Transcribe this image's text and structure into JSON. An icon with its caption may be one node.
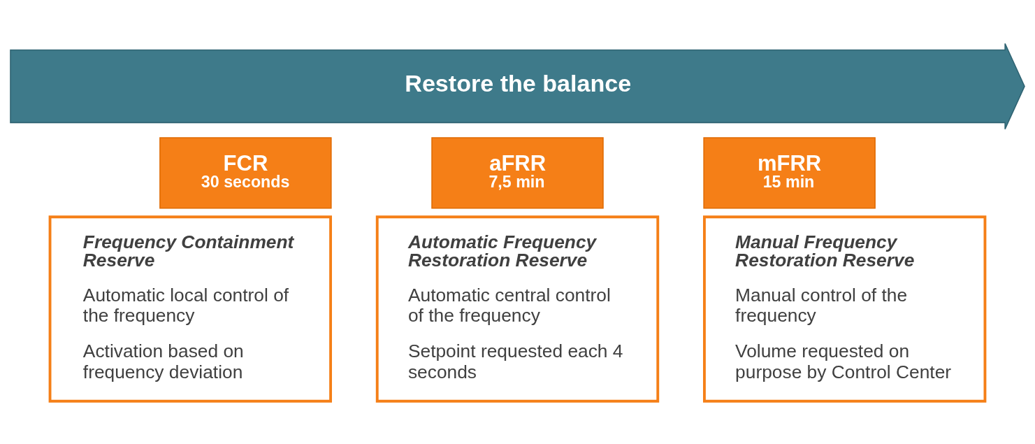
{
  "diagram": {
    "nodes": [
      {
        "text": [
          "Restore the balance"
        ]
      },
      {
        "text": [
          "FCR",
          "30 seconds"
        ]
      },
      {
        "text": [
          "Frequency Containment Reserve",
          "Automatic local control of the frequency",
          "Activation based on frequency deviation"
        ]
      },
      {
        "text": [
          "aFRR",
          "7,5 min"
        ]
      },
      {
        "text": [
          "Automatic Frequency Restoration Reserve",
          "Automatic central control of the frequency",
          "Setpoint requested each 4 seconds"
        ]
      },
      {
        "text": [
          "mFRR",
          "15 min"
        ]
      },
      {
        "text": [
          "Manual Frequency Restoration Reserve",
          "Manual control of the frequency",
          "Volume requested on purpose by Control Center"
        ]
      }
    ],
    "edges": []
  }
}
